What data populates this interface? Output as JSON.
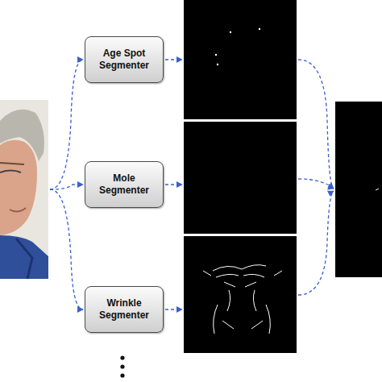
{
  "diagram": {
    "nodes": [
      {
        "text": [
          "Age Spot Segmenter"
        ]
      },
      {
        "text": [
          "Mole Segmenter"
        ]
      },
      {
        "text": [
          "Wrinkle Segmenter"
        ]
      }
    ]
  }
}
